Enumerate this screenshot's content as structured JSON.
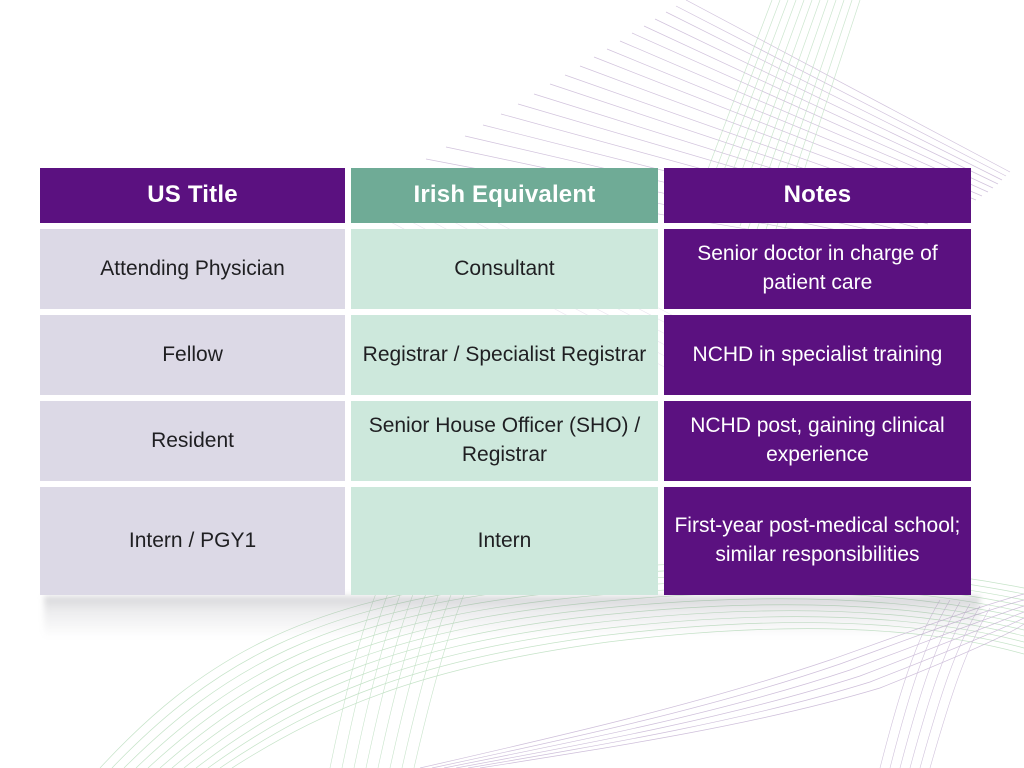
{
  "table": {
    "columns": [
      {
        "key": "us_title",
        "label": "US Title",
        "header_color": "#5B1180",
        "cell_color": "#DCD9E6"
      },
      {
        "key": "irish",
        "label": "Irish Equivalent",
        "header_color": "#6FAB96",
        "cell_color": "#CDE8DC"
      },
      {
        "key": "notes",
        "label": "Notes",
        "header_color": "#5B1180",
        "cell_color": "#5B1180"
      }
    ],
    "rows": [
      {
        "us_title": "Attending Physician",
        "irish": "Consultant",
        "notes": "Senior doctor in charge of patient care"
      },
      {
        "us_title": "Fellow",
        "irish": "Registrar / Specialist Registrar",
        "notes": "NCHD in specialist training"
      },
      {
        "us_title": "Resident",
        "irish": "Senior House Officer (SHO) / Registrar",
        "notes": "NCHD post, gaining clinical experience"
      },
      {
        "us_title": "Intern / PGY1",
        "irish": "Intern",
        "notes": "First-year post-medical school; similar responsibilities"
      }
    ]
  },
  "theme": {
    "purple": "#5B1180",
    "green": "#6FAB96",
    "lavender": "#DCD9E6",
    "mint": "#CDE8DC",
    "background": "#FFFFFF",
    "decor_purple_line": "#C9B8D6",
    "decor_green_line": "#BFE0C2"
  }
}
